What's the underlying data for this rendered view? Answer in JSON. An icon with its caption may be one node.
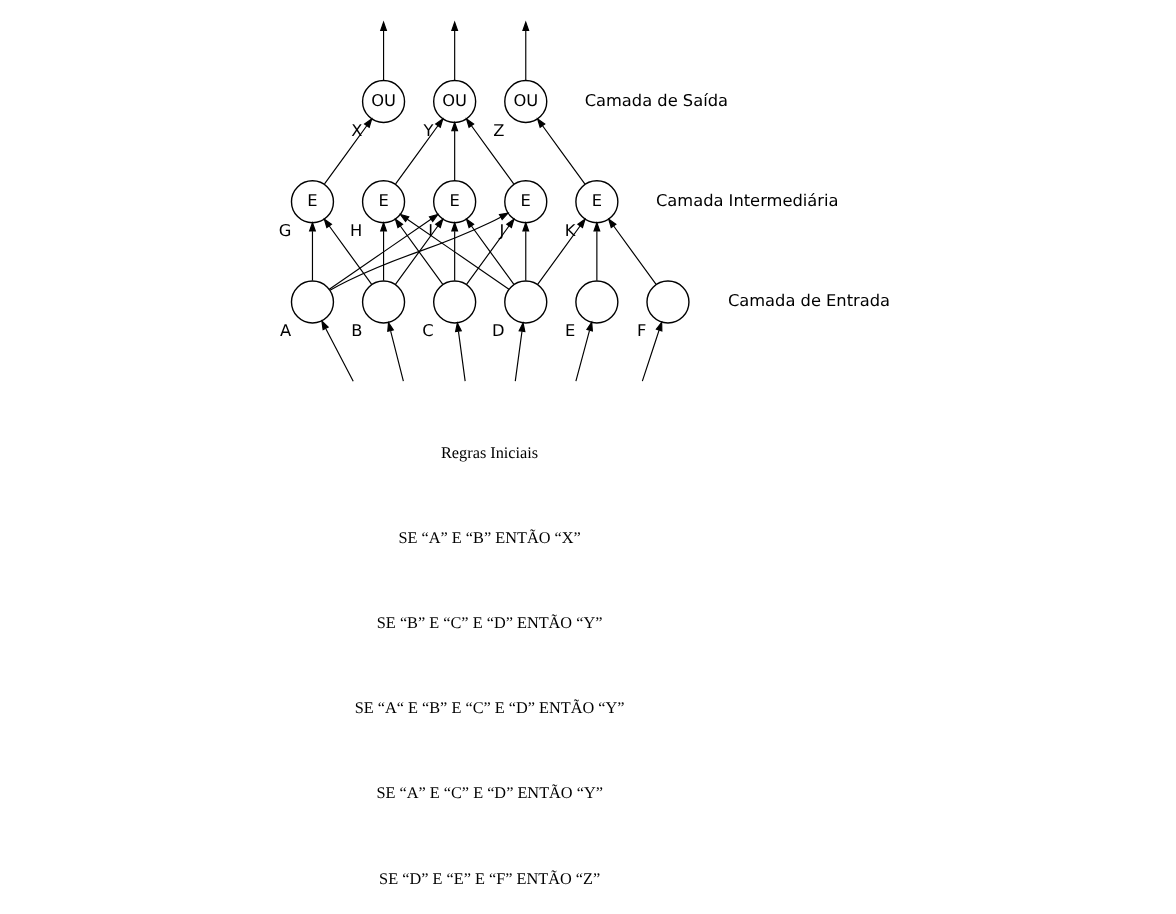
{
  "diagram": {
    "nodes": [
      {
        "text": [
          "OU"
        ],
        "beside": [
          "X"
        ]
      },
      {
        "text": [
          "OU"
        ],
        "beside": [
          "Y"
        ]
      },
      {
        "text": [
          "OU"
        ],
        "beside": [
          "Z"
        ]
      },
      {
        "text": [
          "E"
        ],
        "beside": [
          "G"
        ]
      },
      {
        "text": [
          "E"
        ],
        "beside": [
          "H"
        ]
      },
      {
        "text": [
          "E"
        ],
        "beside": [
          "I"
        ]
      },
      {
        "text": [
          "E"
        ],
        "beside": [
          "J"
        ]
      },
      {
        "text": [
          "E"
        ],
        "beside": [
          "K"
        ]
      },
      {
        "text": [],
        "shape": "circle",
        "beside": [
          "A"
        ]
      },
      {
        "text": [],
        "shape": "circle",
        "beside": [
          "B"
        ]
      },
      {
        "text": [],
        "shape": "circle",
        "beside": [
          "C"
        ]
      },
      {
        "text": [],
        "shape": "circle",
        "beside": [
          "D"
        ]
      },
      {
        "text": [],
        "shape": "circle",
        "beside": [
          "E"
        ]
      },
      {
        "text": [],
        "shape": "circle",
        "beside": [
          "F"
        ]
      }
    ],
    "edges": [
      {
        "from": null,
        "to": 8,
        "arrow": "to"
      },
      {
        "from": null,
        "to": 9,
        "arrow": "to"
      },
      {
        "from": null,
        "to": 10,
        "arrow": "to"
      },
      {
        "from": null,
        "to": 11,
        "arrow": "to"
      },
      {
        "from": null,
        "to": 12,
        "arrow": "to"
      },
      {
        "from": null,
        "to": 13,
        "arrow": "to"
      },
      {
        "from": 8,
        "to": 3,
        "arrow": "to"
      },
      {
        "from": 9,
        "to": 3,
        "arrow": "to"
      },
      {
        "from": 9,
        "to": 4,
        "arrow": "to"
      },
      {
        "from": 10,
        "to": 4,
        "arrow": "to"
      },
      {
        "from": 11,
        "to": 4,
        "arrow": "to"
      },
      {
        "from": 8,
        "to": 5,
        "arrow": "to"
      },
      {
        "from": 9,
        "to": 5,
        "arrow": "to"
      },
      {
        "from": 10,
        "to": 5,
        "arrow": "to"
      },
      {
        "from": 11,
        "to": 5,
        "arrow": "to"
      },
      {
        "from": 8,
        "to": 6,
        "arrow": "to"
      },
      {
        "from": 10,
        "to": 6,
        "arrow": "to"
      },
      {
        "from": 11,
        "to": 6,
        "arrow": "to"
      },
      {
        "from": 11,
        "to": 7,
        "arrow": "to"
      },
      {
        "from": 12,
        "to": 7,
        "arrow": "to"
      },
      {
        "from": 13,
        "to": 7,
        "arrow": "to"
      },
      {
        "from": 3,
        "to": 0,
        "arrow": "to"
      },
      {
        "from": 4,
        "to": 1,
        "arrow": "to"
      },
      {
        "from": 5,
        "to": 1,
        "arrow": "to"
      },
      {
        "from": 6,
        "to": 1,
        "arrow": "to"
      },
      {
        "from": 7,
        "to": 2,
        "arrow": "to"
      },
      {
        "from": 0,
        "to": null,
        "arrow": "to"
      },
      {
        "from": 1,
        "to": null,
        "arrow": "to"
      },
      {
        "from": 2,
        "to": null,
        "arrow": "to"
      }
    ],
    "labels": [
      "Camada de Saída",
      "Camada Intermediária",
      "Camada de Entrada",
      "Regras Iniciais",
      "SE “A” E “B” ENTÃO “X”",
      "SE “B” E “C” E “D” ENTÃO “Y”",
      "SE “A“ E “B” E “C” E “D” ENTÃO “Y”",
      "SE “A” E “C” E “D” ENTÃO “Y”",
      "SE “D” E “E” E “F” ENTÃO “Z”"
    ]
  }
}
